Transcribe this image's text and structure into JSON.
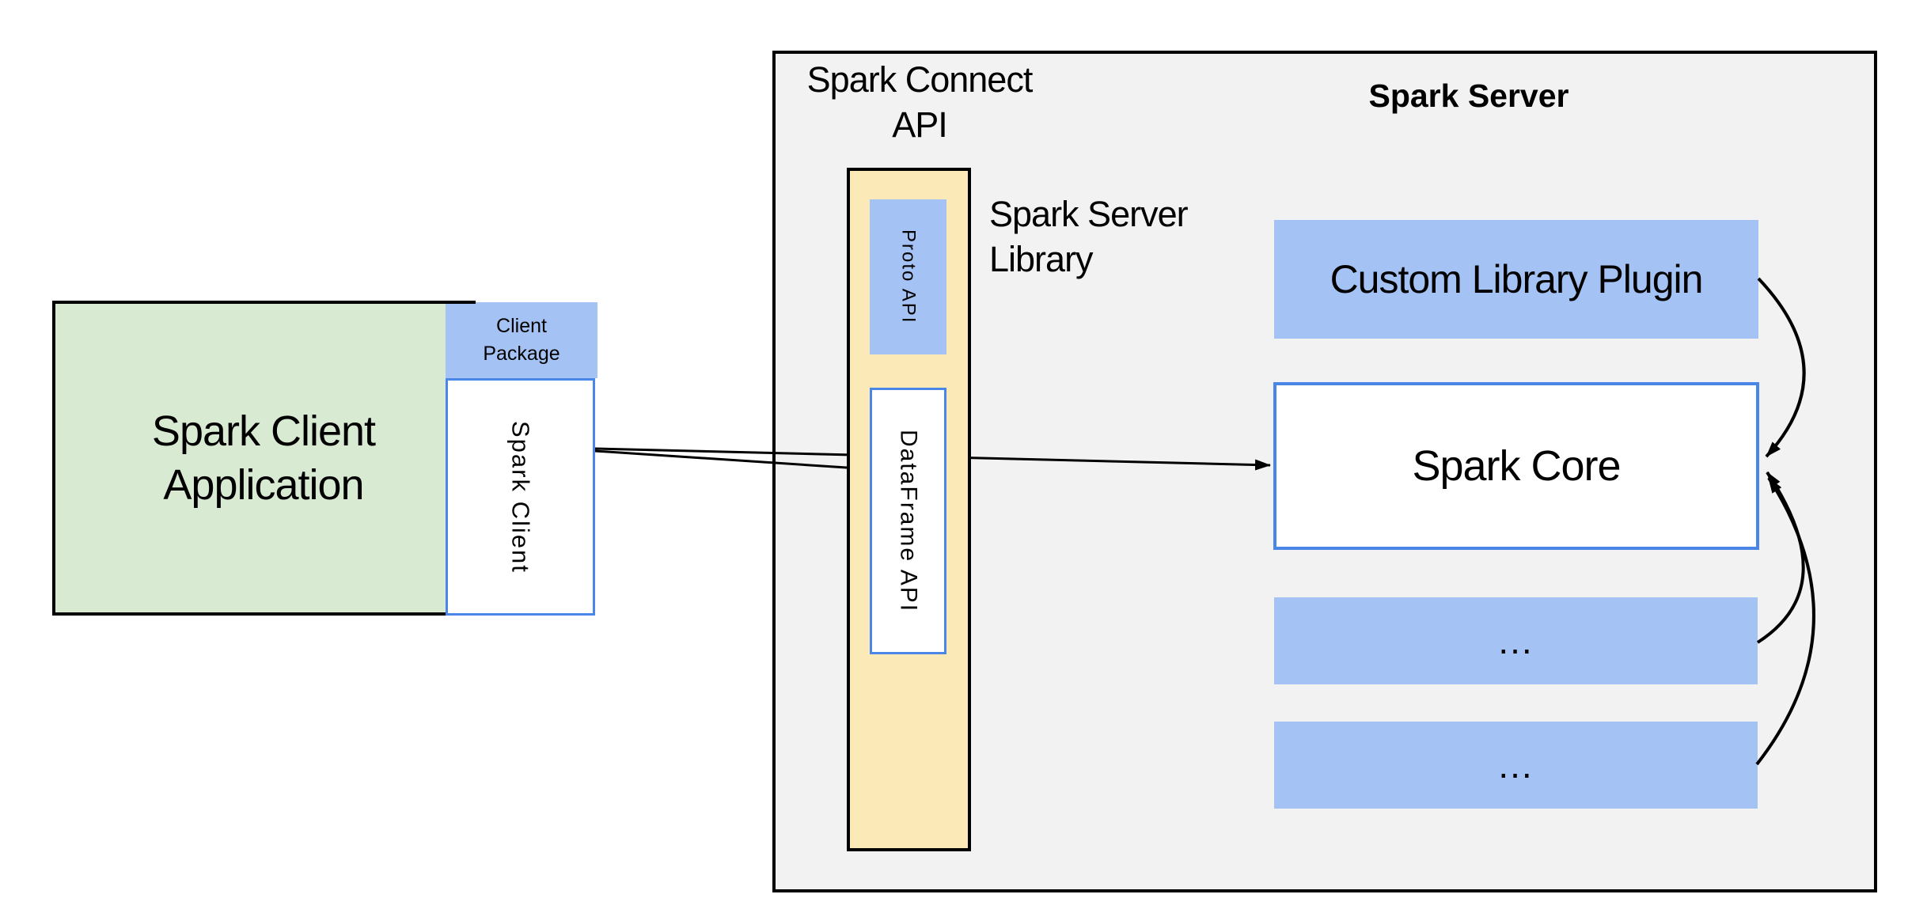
{
  "diagram": {
    "client_group": {
      "application_label_line1": "Spark Client",
      "application_label_line2": "Application",
      "client_package_label_line1": "Client",
      "client_package_label_line2": "Package",
      "spark_client_label": "Spark Client"
    },
    "connect_group": {
      "title_line1": "Spark Connect",
      "title_line2": "API",
      "proto_api_label": "Proto API",
      "dataframe_api_label": "DataFrame API",
      "library_label_line1": "Spark Server",
      "library_label_line2": "Library"
    },
    "server_group": {
      "title": "Spark Server",
      "custom_plugin_label": "Custom Library Plugin",
      "spark_core_label": "Spark Core",
      "extension1_label": "...",
      "extension2_label": "..."
    },
    "colors": {
      "green_fill": "#d9ead3",
      "blue_fill": "#a4c2f4",
      "yellow_fill": "#fce9b8",
      "gray_fill": "#f2f2f2",
      "blue_border": "#4a86e8",
      "outline_black": "#000000"
    }
  }
}
